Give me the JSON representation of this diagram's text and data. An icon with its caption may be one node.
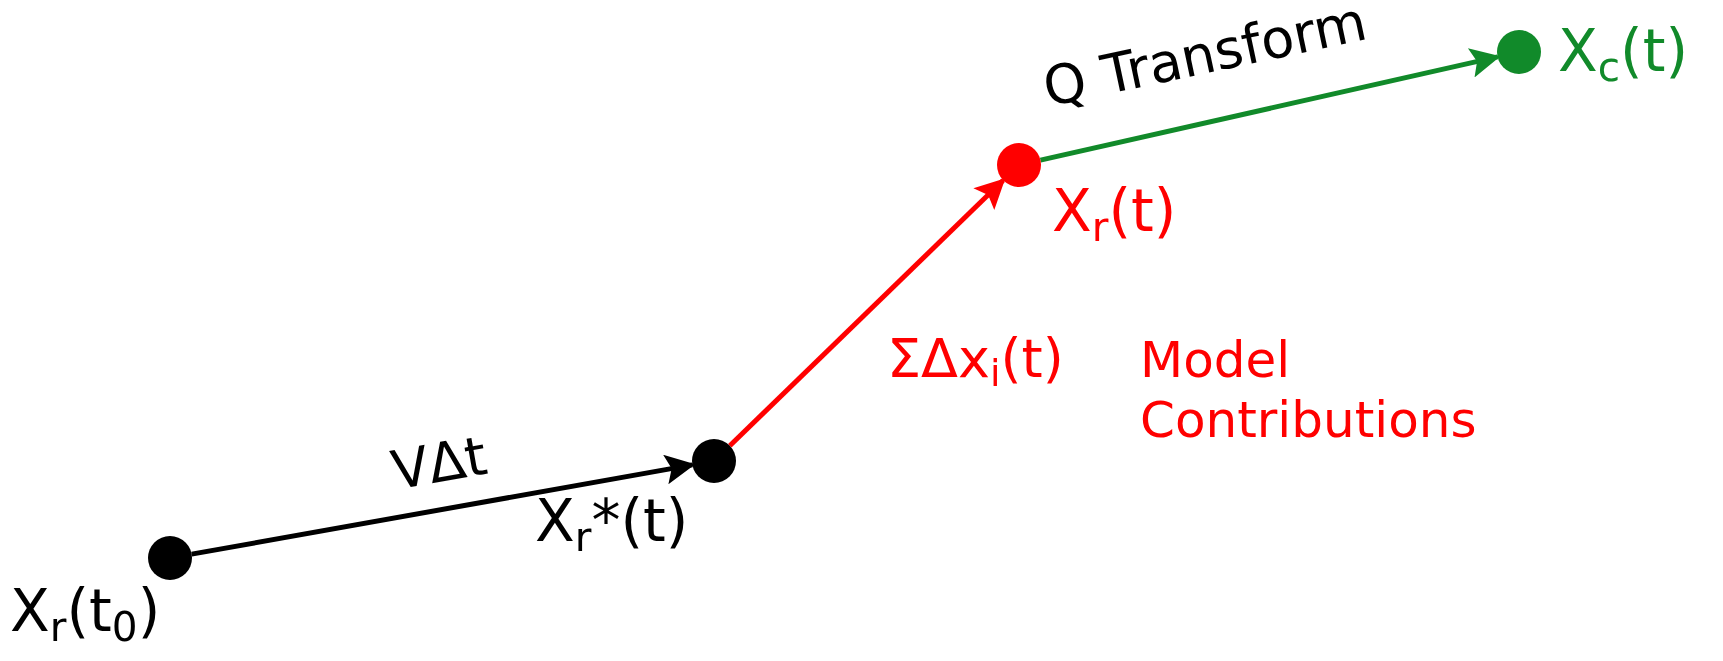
{
  "diagram": {
    "nodes": [
      {
        "text": [],
        "shape": "circle",
        "beside": [
          "X$_{r}$(t$_{0}$)"
        ]
      },
      {
        "text": [],
        "shape": "circle",
        "beside": [
          "X$_{r}$*(t)"
        ]
      },
      {
        "text": [],
        "shape": "circle",
        "beside": [
          "X$_{r}$(t)"
        ]
      },
      {
        "text": [],
        "shape": "circle",
        "beside": [
          "X$_{c}$(t)"
        ]
      }
    ],
    "edges": [
      {
        "from": 0,
        "to": 1,
        "arrow": "to",
        "label": "VΔt"
      },
      {
        "from": 1,
        "to": 2,
        "arrow": "to",
        "label": "ΣΔx$_{i}$(t)",
        "color": "#ff0000"
      },
      {
        "from": 2,
        "to": 3,
        "arrow": "to",
        "label": "Q Transform",
        "color": "#118a2a"
      }
    ],
    "labels": [
      "Model Contributions"
    ]
  }
}
